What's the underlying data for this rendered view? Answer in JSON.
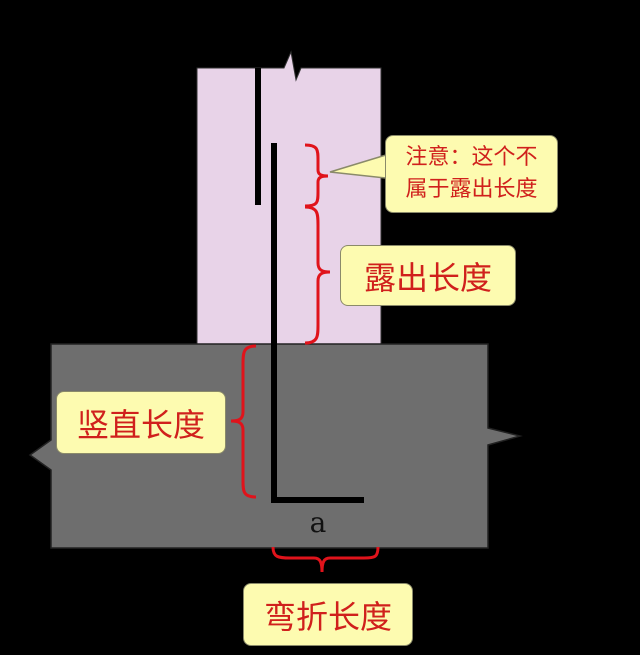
{
  "note": {
    "line1": "注意：这个不",
    "line2": "属于露出长度"
  },
  "labels": {
    "exposed_length": "露出长度",
    "vertical_length": "竖直长度",
    "bend_length": "弯折长度",
    "bend_mark": "a"
  },
  "colors": {
    "background": "#000000",
    "column": "#e8d3e8",
    "footing": "#6e6e6e",
    "rebar": "#000000",
    "bracket": "#e0131b",
    "callout_fill": "#fdfbb0",
    "callout_text": "#d0201c"
  }
}
